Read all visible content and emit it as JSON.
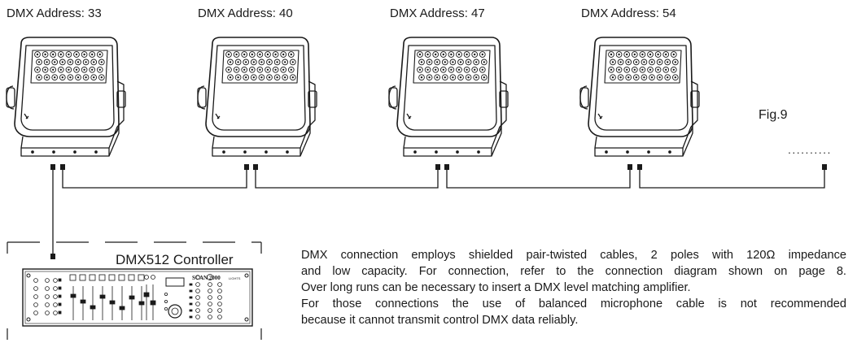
{
  "fixtures": [
    {
      "address_label": "DMX Address: 33"
    },
    {
      "address_label": "DMX Address: 40"
    },
    {
      "address_label": "DMX Address: 47"
    },
    {
      "address_label": "DMX Address: 54"
    }
  ],
  "figure_label": "Fig.9",
  "continuation": "..........",
  "controller": {
    "label": "DMX512 Controller",
    "brand_text": "SCAN 2000",
    "logo_text": "LIGHTS"
  },
  "description": [
    "DMX connection employs shielded pair-twisted cables, 2 poles with 120Ω impedance",
    "and low capacity. For connection, refer to the connection diagram shown on page 8.",
    "Over long runs can be necessary to insert a DMX level matching amplifier.",
    "For those connections the use of balanced microphone cable is not recommended",
    "because it cannot transmit control DMX data reliably."
  ]
}
